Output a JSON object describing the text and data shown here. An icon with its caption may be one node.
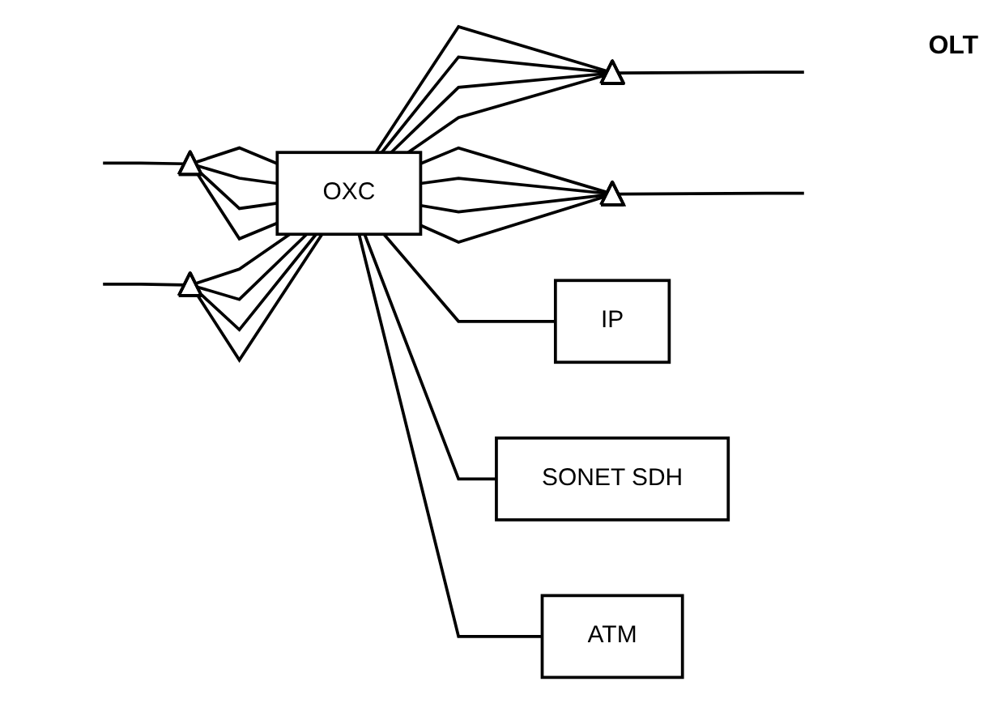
{
  "diagram": {
    "nodes": [
      {
        "text": [
          "OXC"
        ]
      },
      {
        "text": [],
        "shape": "triangle"
      },
      {
        "text": [],
        "shape": "triangle"
      },
      {
        "text": [],
        "shape": "triangle"
      },
      {
        "text": [],
        "shape": "triangle"
      },
      {
        "text": [
          "IP"
        ]
      },
      {
        "text": [
          "SONET SDH"
        ]
      },
      {
        "text": [
          "ATM"
        ]
      }
    ],
    "edges": [
      {
        "from": null,
        "to": 1,
        "arrow": "none"
      },
      {
        "from": 1,
        "to": 0,
        "arrow": "none"
      },
      {
        "from": 1,
        "to": 0,
        "arrow": "none"
      },
      {
        "from": 1,
        "to": 0,
        "arrow": "none"
      },
      {
        "from": 1,
        "to": 0,
        "arrow": "none"
      },
      {
        "from": null,
        "to": 2,
        "arrow": "none"
      },
      {
        "from": 2,
        "to": 0,
        "arrow": "none"
      },
      {
        "from": 2,
        "to": 0,
        "arrow": "none"
      },
      {
        "from": 2,
        "to": 0,
        "arrow": "none"
      },
      {
        "from": 2,
        "to": 0,
        "arrow": "none"
      },
      {
        "from": 0,
        "to": 3,
        "arrow": "none"
      },
      {
        "from": 0,
        "to": 3,
        "arrow": "none"
      },
      {
        "from": 0,
        "to": 3,
        "arrow": "none"
      },
      {
        "from": 0,
        "to": 3,
        "arrow": "none"
      },
      {
        "from": 3,
        "to": null,
        "arrow": "none"
      },
      {
        "from": 0,
        "to": 4,
        "arrow": "none"
      },
      {
        "from": 0,
        "to": 4,
        "arrow": "none"
      },
      {
        "from": 0,
        "to": 4,
        "arrow": "none"
      },
      {
        "from": 0,
        "to": 4,
        "arrow": "none"
      },
      {
        "from": 4,
        "to": null,
        "arrow": "none"
      },
      {
        "from": 0,
        "to": 5,
        "arrow": "none"
      },
      {
        "from": 0,
        "to": 6,
        "arrow": "none"
      },
      {
        "from": 0,
        "to": 7,
        "arrow": "none"
      }
    ],
    "labels": [
      "OLT"
    ]
  }
}
